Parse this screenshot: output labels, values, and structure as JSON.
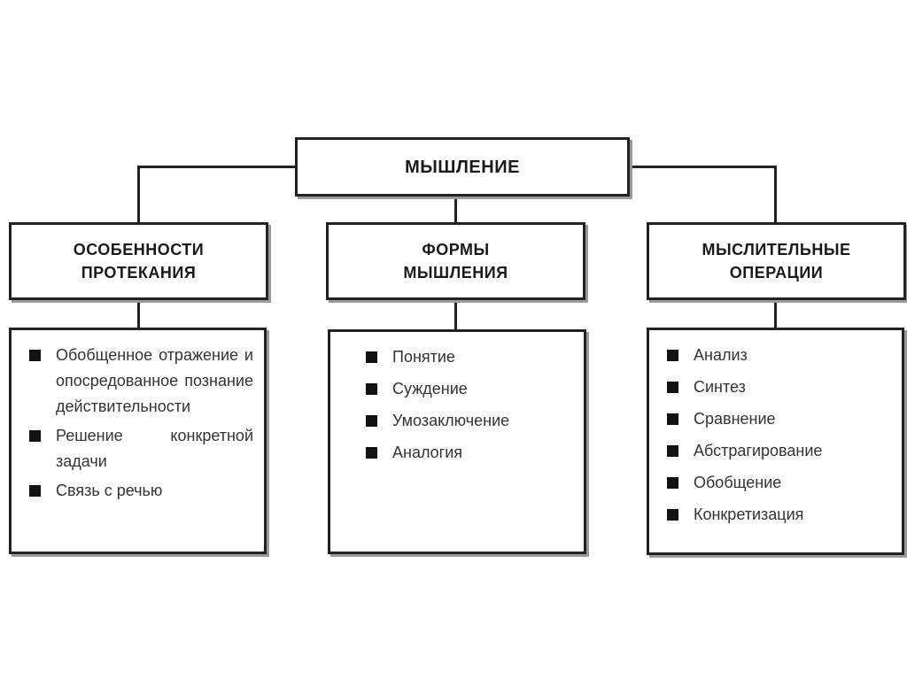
{
  "root": {
    "label": "МЫШЛЕНИЕ"
  },
  "columns": [
    {
      "title_line1": "ОСОБЕННОСТИ",
      "title_line2": "ПРОТЕКАНИЯ",
      "items": [
        "Обобщенное отражение и опосредованное познание действительности",
        "Решение конкретной задачи",
        "Связь с речью"
      ]
    },
    {
      "title_line1": "ФОРМЫ",
      "title_line2": "МЫШЛЕНИЯ",
      "items": [
        "Понятие",
        "Суждение",
        "Умозаключение",
        "Аналогия"
      ]
    },
    {
      "title_line1": "МЫСЛИТЕЛЬНЫЕ",
      "title_line2": "ОПЕРАЦИИ",
      "items": [
        "Анализ",
        "Синтез",
        "Сравнение",
        "Абстрагирование",
        "Обобщение",
        "Конкретизация"
      ]
    }
  ]
}
